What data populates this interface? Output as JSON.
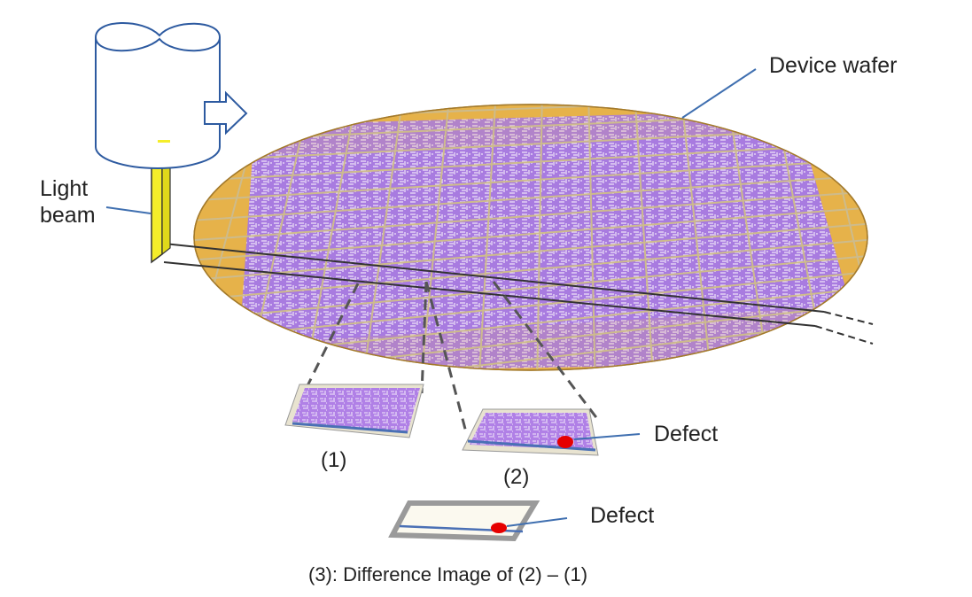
{
  "labels": {
    "device_wafer": "Device wafer",
    "light_beam_line1": "Light",
    "light_beam_line2": "beam",
    "image1": "(1)",
    "image2": "(2)",
    "defect_image2": "Defect",
    "defect_difference": "Defect",
    "caption": "(3): Difference Image of (2) – (1)"
  },
  "colors": {
    "wafer_rim": "#e6b24a",
    "die_fill": "#a87be0",
    "die_pattern": "#e9dcf5",
    "grid_line": "#cdbb8c",
    "scan_line": "#333333",
    "callout_line": "#3f6fb0",
    "defect": "#e60000",
    "beam": "#f5ee2a",
    "camera_outline": "#2d5aa0",
    "difference_bg": "#fbf9ef",
    "difference_frame": "#9a9a9a"
  }
}
